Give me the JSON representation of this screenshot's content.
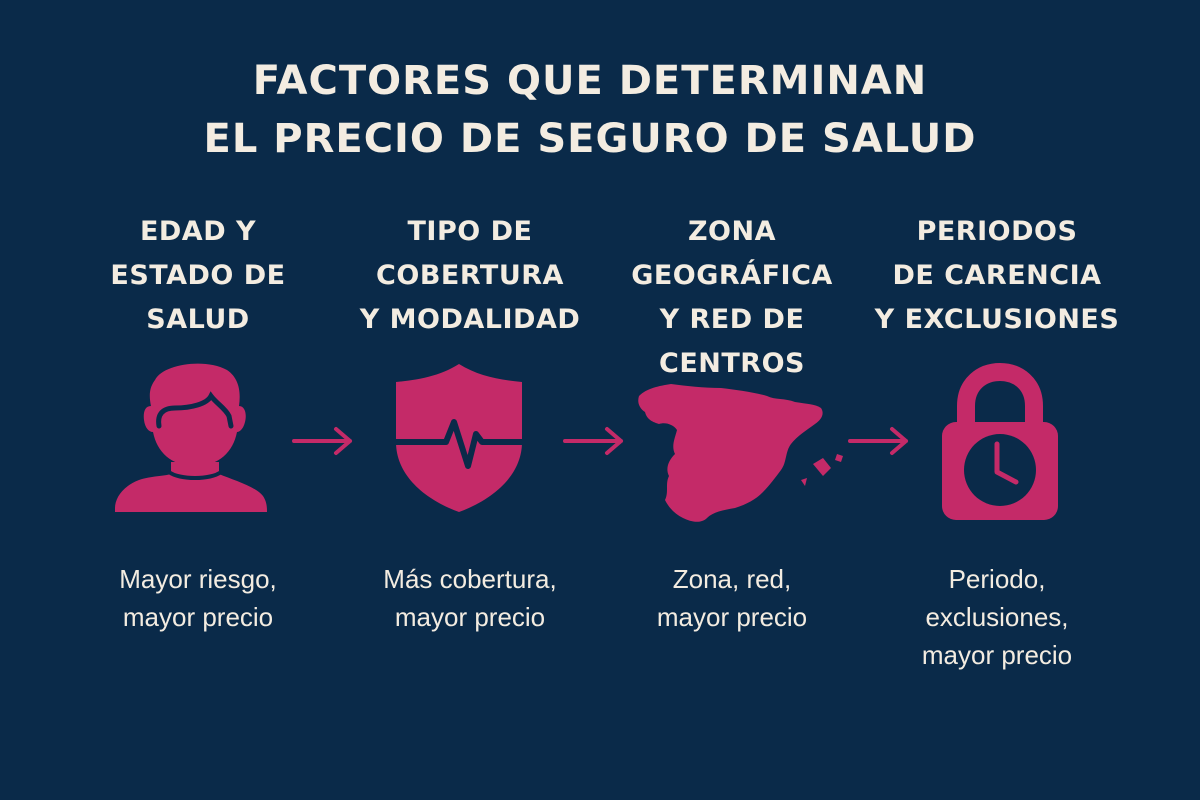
{
  "title": {
    "line1": "FACTORES QUE DETERMINAN",
    "line2": "EL PRECIO DE SEGURO DE SALUD"
  },
  "colors": {
    "background": "#0a2a49",
    "accent": "#c42a68",
    "text": "#f3ece1"
  },
  "factors": [
    {
      "heading": [
        "EDAD Y",
        "ESTADO DE",
        "SALUD"
      ],
      "icon": "person-icon",
      "description": [
        "Mayor riesgo,",
        "mayor precio"
      ]
    },
    {
      "heading": [
        "TIPO DE",
        "COBERTURA",
        "Y MODALIDAD"
      ],
      "icon": "shield-heartbeat-icon",
      "description": [
        "Más cobertura,",
        "mayor precio"
      ]
    },
    {
      "heading": [
        "ZONA",
        "GEOGRÁFICA",
        "Y RED DE",
        "CENTROS"
      ],
      "icon": "spain-map-icon",
      "description": [
        "Zona, red,",
        "mayor precio"
      ]
    },
    {
      "heading": [
        "PERIODOS",
        "DE CARENCIA",
        "Y EXCLUSIONES"
      ],
      "icon": "padlock-clock-icon",
      "description": [
        "Periodo,",
        "exclusiones,",
        "mayor precio"
      ]
    }
  ],
  "arrows": [
    "arrow-right-icon",
    "arrow-right-icon",
    "arrow-right-icon"
  ]
}
